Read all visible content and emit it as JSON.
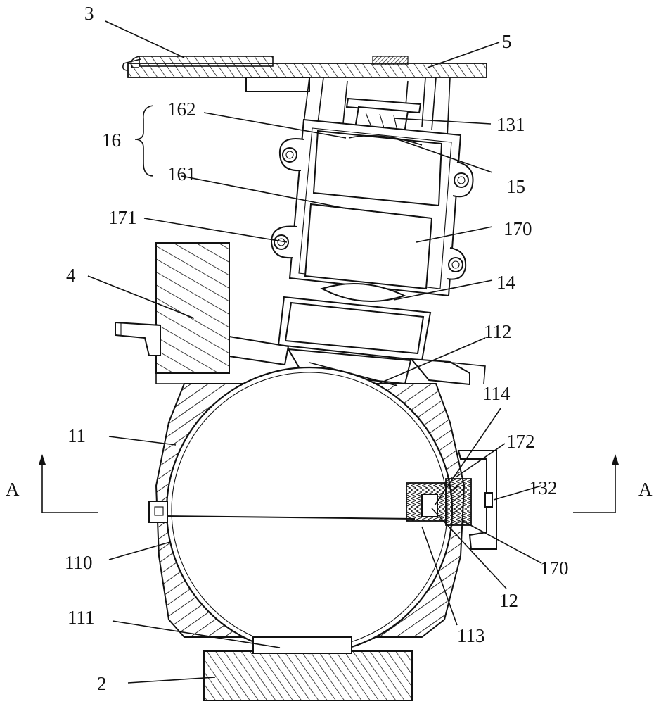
{
  "labels": {
    "l3": "3",
    "l5": "5",
    "l16": "16",
    "l162": "162",
    "l131": "131",
    "l161": "161",
    "l15": "15",
    "l171": "171",
    "l170_top": "170",
    "l4": "4",
    "l14": "14",
    "l112": "112",
    "l114": "114",
    "l11": "11",
    "l172": "172",
    "lA_left": "A",
    "lA_right": "A",
    "l132": "132",
    "l110": "110",
    "l170_right": "170",
    "l12": "12",
    "l111": "111",
    "l113": "113",
    "l2": "2"
  }
}
